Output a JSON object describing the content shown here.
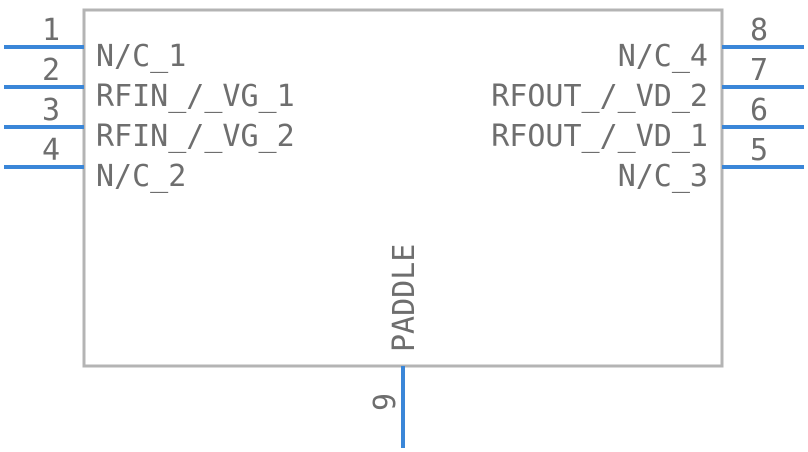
{
  "pins": {
    "p1": {
      "number": "1",
      "label": "N/C_1"
    },
    "p2": {
      "number": "2",
      "label": "RFIN_/_VG_1"
    },
    "p3": {
      "number": "3",
      "label": "RFIN_/_VG_2"
    },
    "p4": {
      "number": "4",
      "label": "N/C_2"
    },
    "p5": {
      "number": "5",
      "label": "N/C_3"
    },
    "p6": {
      "number": "6",
      "label": "RFOUT_/_VD_1"
    },
    "p7": {
      "number": "7",
      "label": "RFOUT_/_VD_2"
    },
    "p8": {
      "number": "8",
      "label": "N/C_4"
    },
    "p9": {
      "number": "9",
      "label": "PADDLE"
    }
  },
  "colors": {
    "pin": "#3a86d8",
    "outline": "#b4b4b4",
    "text": "#6e6e6e"
  }
}
